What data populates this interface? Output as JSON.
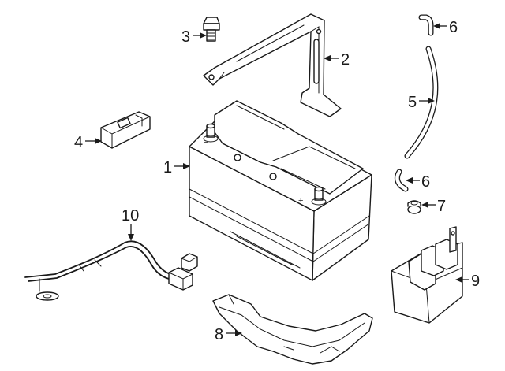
{
  "callouts": {
    "c1": "1",
    "c2": "2",
    "c3": "3",
    "c4": "4",
    "c5": "5",
    "c6a": "6",
    "c6b": "6",
    "c7": "7",
    "c8": "8",
    "c9": "9",
    "c10": "10"
  },
  "battery_marks": {
    "plus": "+",
    "minus": "−"
  }
}
